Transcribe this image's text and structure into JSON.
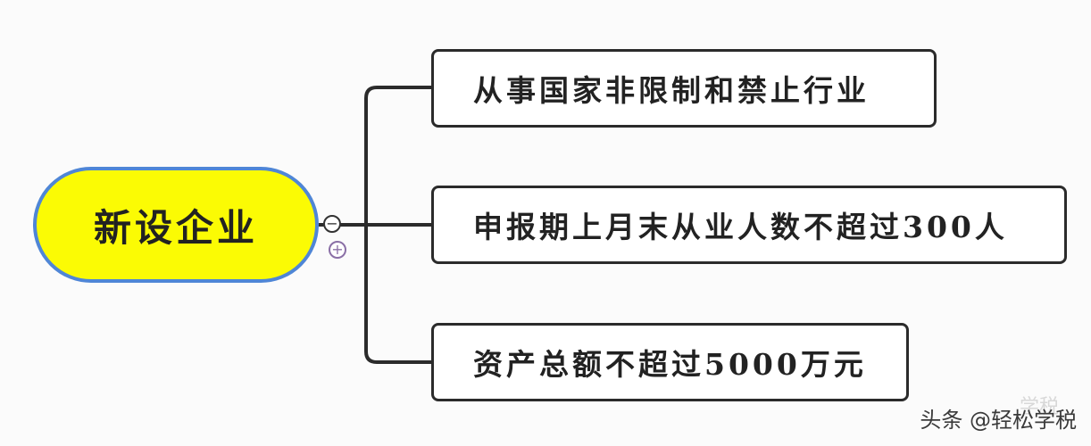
{
  "root": {
    "label": "新设企业"
  },
  "children": [
    {
      "label": "从事国家非限制和禁止行业"
    },
    {
      "label": "申报期上月末从业人数不超过300人"
    },
    {
      "label": "资产总额不超过5000万元"
    }
  ],
  "controls": {
    "collapse_symbol": "−",
    "expand_symbol": "+"
  },
  "watermark": {
    "text": "头条 @轻松学税",
    "ghost_text": "学税"
  },
  "colors": {
    "root_fill": "#fbfb04",
    "root_border": "#4f86d6",
    "connector": "#2b2b2b",
    "node_border": "#2b2b2b",
    "background": "#fbfbfb"
  }
}
